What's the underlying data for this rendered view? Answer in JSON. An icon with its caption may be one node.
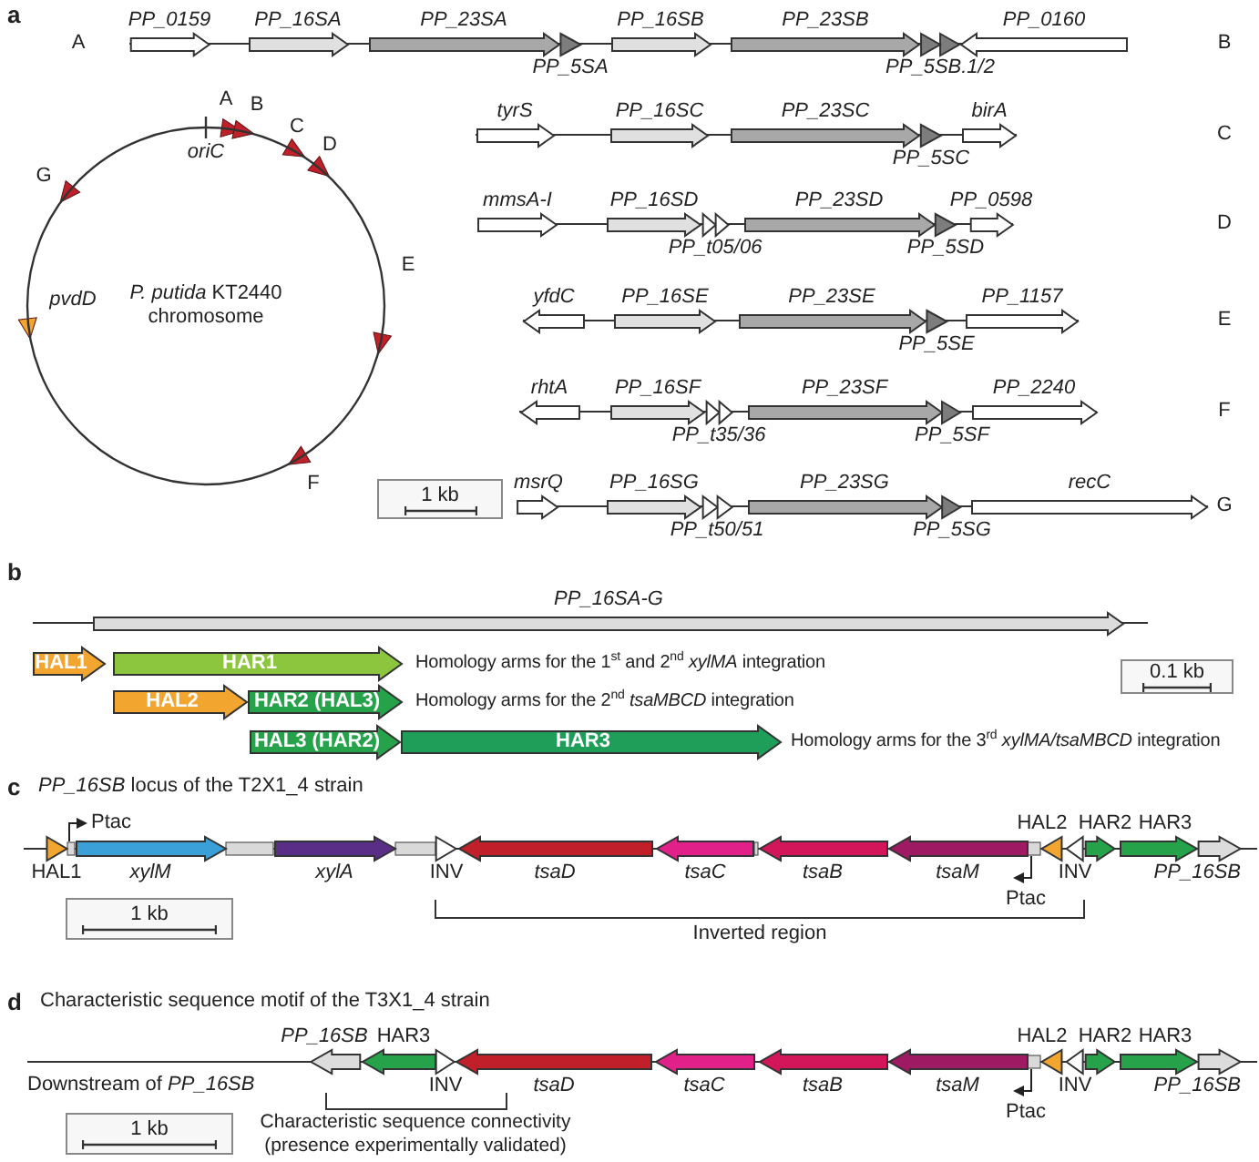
{
  "diagram": {
    "nodes": [
      {
        "text": [
          "*P. putida* KT2440 chromosome"
        ]
      },
      {
        "text": [
          "PP_0159"
        ]
      },
      {
        "text": [
          "PP_16SA"
        ]
      },
      {
        "text": [
          "PP_23SA"
        ]
      },
      {
        "text": [
          "PP_5SA"
        ]
      },
      {
        "text": [
          "PP_16SB"
        ]
      },
      {
        "text": [
          "PP_23SB"
        ]
      },
      {
        "text": [
          "PP_5SB.1/2"
        ]
      },
      {
        "text": [
          "PP_0160"
        ]
      },
      {
        "text": [
          "tyrS"
        ]
      },
      {
        "text": [
          "PP_16SC"
        ]
      },
      {
        "text": [
          "PP_23SC"
        ]
      },
      {
        "text": [
          "PP_5SC"
        ]
      },
      {
        "text": [
          "birA"
        ]
      },
      {
        "text": [
          "mmsA-I"
        ]
      },
      {
        "text": [
          "PP_16SD"
        ]
      },
      {
        "text": [
          "PP_t05/06"
        ]
      },
      {
        "text": [
          "PP_23SD"
        ]
      },
      {
        "text": [
          "PP_5SD"
        ]
      },
      {
        "text": [
          "PP_0598"
        ]
      },
      {
        "text": [
          "yfdC"
        ]
      },
      {
        "text": [
          "PP_16SE"
        ]
      },
      {
        "text": [
          "PP_23SE"
        ]
      },
      {
        "text": [
          "PP_5SE"
        ]
      },
      {
        "text": [
          "PP_1157"
        ]
      },
      {
        "text": [
          "rhtA"
        ]
      },
      {
        "text": [
          "PP_16SF"
        ]
      },
      {
        "text": [
          "PP_t35/36"
        ]
      },
      {
        "text": [
          "PP_23SF"
        ]
      },
      {
        "text": [
          "PP_5SF"
        ]
      },
      {
        "text": [
          "PP_2240"
        ]
      },
      {
        "text": [
          "msrQ"
        ]
      },
      {
        "text": [
          "PP_16SG"
        ]
      },
      {
        "text": [
          "PP_t50/51"
        ]
      },
      {
        "text": [
          "PP_23SG"
        ]
      },
      {
        "text": [
          "PP_5SG"
        ]
      },
      {
        "text": [
          "recC"
        ]
      },
      {
        "text": [
          "1 kb"
        ]
      },
      {
        "text": [
          "PP_16SA-G"
        ]
      },
      {
        "text": [
          "HAL1"
        ]
      },
      {
        "text": [
          "HAR1"
        ]
      },
      {
        "text": [
          "HAL2"
        ]
      },
      {
        "text": [
          "HAR2 (HAL3)"
        ]
      },
      {
        "text": [
          "HAL3 (HAR2)"
        ]
      },
      {
        "text": [
          "HAR3"
        ]
      },
      {
        "text": [
          "0.1 kb"
        ]
      },
      {
        "text": [
          "HAL1"
        ]
      },
      {
        "text": [
          "xylM"
        ]
      },
      {
        "text": [
          "xylA"
        ]
      },
      {
        "text": [
          "INV"
        ]
      },
      {
        "text": [
          "tsaD"
        ]
      },
      {
        "text": [
          "tsaC"
        ]
      },
      {
        "text": [
          "tsaB"
        ]
      },
      {
        "text": [
          "tsaM"
        ]
      },
      {
        "text": [
          "HAL2"
        ]
      },
      {
        "text": [
          "INV"
        ]
      },
      {
        "text": [
          "HAR2"
        ]
      },
      {
        "text": [
          "HAR3"
        ]
      },
      {
        "text": [
          "PP_16SB"
        ]
      },
      {
        "text": [
          "1 kb"
        ]
      },
      {
        "text": [
          "PP_16SB"
        ]
      },
      {
        "text": [
          "HAR3"
        ]
      },
      {
        "text": [
          "INV"
        ]
      },
      {
        "text": [
          "tsaD"
        ]
      },
      {
        "text": [
          "tsaC"
        ]
      },
      {
        "text": [
          "tsaB"
        ]
      },
      {
        "text": [
          "tsaM"
        ]
      },
      {
        "text": [
          "HAL2"
        ]
      },
      {
        "text": [
          "INV"
        ]
      },
      {
        "text": [
          "HAR2"
        ]
      },
      {
        "text": [
          "HAR3"
        ]
      },
      {
        "text": [
          "PP_16SB"
        ]
      },
      {
        "text": [
          "1 kb"
        ]
      }
    ],
    "labels": [
      "a",
      "A",
      "B",
      "C",
      "D",
      "E",
      "F",
      "G",
      "A",
      "B",
      "C",
      "D",
      "E",
      "F",
      "G",
      "oriC",
      "pvdD",
      "b",
      "Homology arms for the 1$^{st}$ and 2$^{nd}$ *xylMA* integration",
      "Homology arms for the 2$^{nd}$ *tsaMBCD* integration",
      "Homology arms for the 3$^{rd}$ *xylMA/tsaMBCD* integration",
      "c",
      "*PP_16SB* locus of the T2X1_4 strain",
      "Ptac",
      "Ptac",
      "Inverted region",
      "d",
      "Characteristic sequence motif of the T3X1_4 strain",
      "Downstream of *PP_16SB*",
      "Ptac",
      "Characteristic sequence connectivity (presence experimentally validated)"
    ]
  }
}
